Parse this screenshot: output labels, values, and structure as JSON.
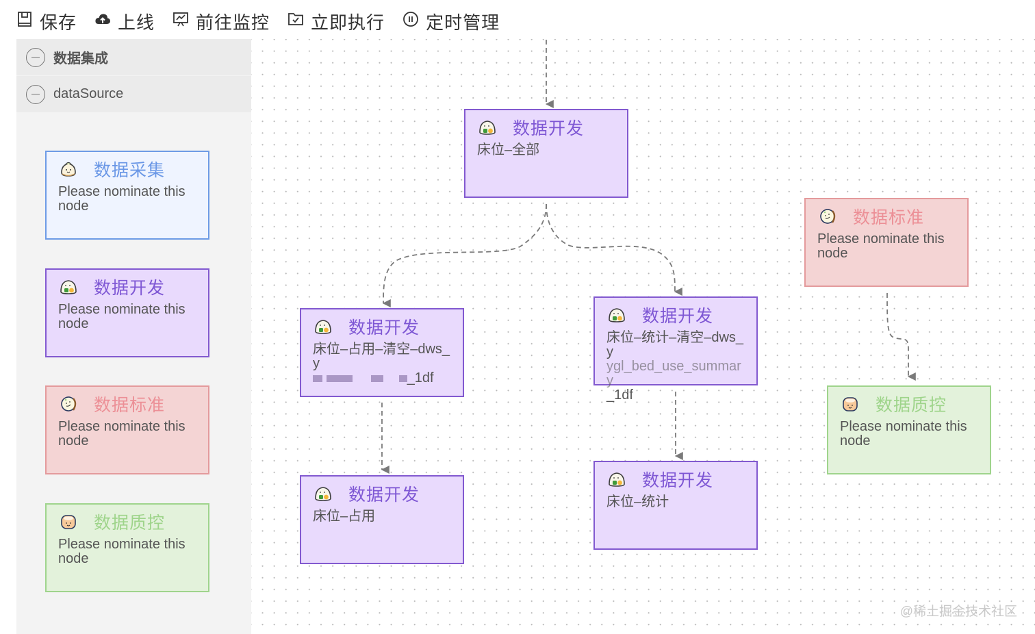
{
  "toolbar": {
    "buttons": [
      {
        "icon": "save-icon",
        "label": "保存"
      },
      {
        "icon": "cloud-upload-icon",
        "label": "上线"
      },
      {
        "icon": "monitor-icon",
        "label": "前往监控"
      },
      {
        "icon": "run-folder-icon",
        "label": "立即执行"
      },
      {
        "icon": "pause-circle-icon",
        "label": "定时管理"
      }
    ]
  },
  "sidebar": {
    "categories": [
      {
        "label": "数据集成",
        "state": "expanded"
      },
      {
        "label": "dataSource",
        "state": "expanded"
      }
    ],
    "templates": [
      {
        "type": "collect",
        "icon": "bun-icon",
        "title": "数据采集",
        "desc": "Please nominate this node"
      },
      {
        "type": "dev",
        "icon": "riceball-icon",
        "title": "数据开发",
        "desc": "Please nominate this node"
      },
      {
        "type": "std",
        "icon": "biscuit-icon",
        "title": "数据标准",
        "desc": "Please nominate this node"
      },
      {
        "type": "qc",
        "icon": "dumpling-icon",
        "title": "数据质控",
        "desc": "Please nominate this node"
      }
    ]
  },
  "canvas": {
    "nodes": [
      {
        "id": "n1",
        "type": "dev",
        "title": "数据开发",
        "desc": "床位–全部"
      },
      {
        "id": "n2",
        "type": "dev",
        "title": "数据开发",
        "desc_line1": "床位–占用–清空–dws_y",
        "desc_line2_suffix": "_1df"
      },
      {
        "id": "n3",
        "type": "dev",
        "title": "数据开发",
        "desc_line1": "床位–统计–清空–dws_y",
        "desc_line2": "ygl_bed_use_summary",
        "desc_line3": "_1df"
      },
      {
        "id": "n4",
        "type": "dev",
        "title": "数据开发",
        "desc": "床位–占用"
      },
      {
        "id": "n5",
        "type": "dev",
        "title": "数据开发",
        "desc": "床位–统计"
      },
      {
        "id": "n6",
        "type": "std",
        "title": "数据标准",
        "desc": "Please nominate this node"
      },
      {
        "id": "n7",
        "type": "qc",
        "title": "数据质控",
        "desc": "Please nominate this node"
      }
    ],
    "edges": [
      {
        "from": "top",
        "to": "n1"
      },
      {
        "from": "n1",
        "to": "n2"
      },
      {
        "from": "n1",
        "to": "n3"
      },
      {
        "from": "n2",
        "to": "n4"
      },
      {
        "from": "n3",
        "to": "n5"
      },
      {
        "from": "n6",
        "to": "n7"
      }
    ]
  },
  "watermark": "@稀土掘金技术社区",
  "colors": {
    "collect": "#6a97e6",
    "dev": "#7e57d4",
    "std": "#ec8f96",
    "qc": "#9ed48a",
    "edge": "#808080"
  }
}
